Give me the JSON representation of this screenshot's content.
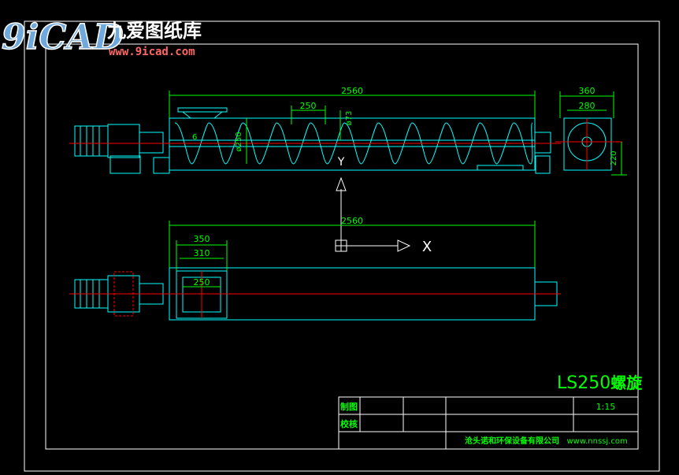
{
  "logo": {
    "mark": "9iCAD",
    "name_cn": "九爱图纸库",
    "url": "www.9icad.com"
  },
  "dimensions": {
    "top_length": "2560",
    "top_pitch": "250",
    "shaft_dia": "ø73",
    "screw_dia": "ø250",
    "small_mark": "6",
    "end_width_outer": "360",
    "end_width_inner": "280",
    "end_height": "220",
    "bottom_length": "2560",
    "flange_outer": "350",
    "flange_inner": "310",
    "inlet": "250"
  },
  "ucs": {
    "y_label": "Y",
    "x_label": "X"
  },
  "drawing_title": {
    "prefix": "LS250",
    "suffix": "螺旋"
  },
  "title_block": {
    "drawn": "制图",
    "checked": "校核",
    "scale": "1:15",
    "company": "沧头诺和环保设备有限公司",
    "website": "www.nnssj.com"
  },
  "colors": {
    "background": "#000000",
    "outline": "#00ffff",
    "dimension": "#00ff00",
    "centerline": "#ff0000",
    "frame": "#ffffff",
    "logo_blue": "#6fa8dc"
  }
}
